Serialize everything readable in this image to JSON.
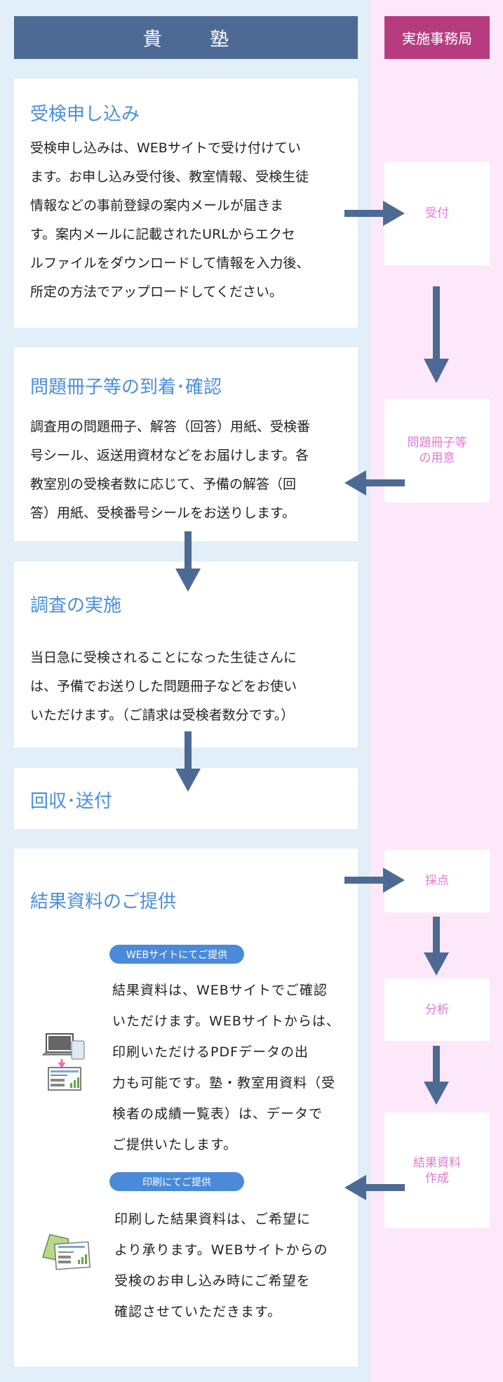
{
  "header": {
    "left": "貴 塾",
    "right": "実施事務局"
  },
  "cards": [
    {
      "title": "受検申し込み",
      "lines": [
        "受検申し込みは、WEBサイトで受け付けてい",
        "ます。お申し込み受付後、教室情報、受検生徒",
        "情報などの事前登録の案内メールが届きま",
        "す。案内メールに記載されたURLからエクセ",
        "ルファイルをダウンロードして情報を入力後、",
        "所定の方法でアップロードしてください。"
      ]
    },
    {
      "title": "問題冊子等の到着･確認",
      "lines": [
        "調査用の問題冊子、解答（回答）用紙、受検番",
        "号シール、返送用資材などをお届けします。各",
        "教室別の受検者数に応じて、予備の解答（回",
        "答）用紙、受検番号シールをお送りします。"
      ]
    },
    {
      "title": "調査の実施",
      "lines": [
        "当日急に受検されることになった生徒さんに",
        "は、予備でお送りした問題冊子などをお使い",
        "いただけます。（ご請求は受検者数分です。）"
      ]
    },
    {
      "title": "回収･送付"
    },
    {
      "title": "結果資料のご提供",
      "web": {
        "badge": "WEBサイトにてご提供",
        "lines": [
          "結果資料は、WEBサイトでご確認",
          "いただけます。WEBサイトからは、",
          "印刷いただけるPDFデータの出",
          "力も可能です。塾・教室用資料（受",
          "検者の成績一覧表）は、データで",
          "ご提供いたします。"
        ]
      },
      "print": {
        "badge": "印刷にてご提供",
        "lines": [
          "印刷した結果資料は、ご希望に",
          "より承ります。WEBサイトからの",
          "受検のお申し込み時にご希望を",
          "確認させていただきます。"
        ]
      }
    }
  ],
  "office": {
    "receive": "受付",
    "prepare": [
      "問題冊子等",
      "の用意"
    ],
    "score": "採点",
    "analyze": "分析",
    "report": [
      "結果資料",
      "作成"
    ]
  }
}
